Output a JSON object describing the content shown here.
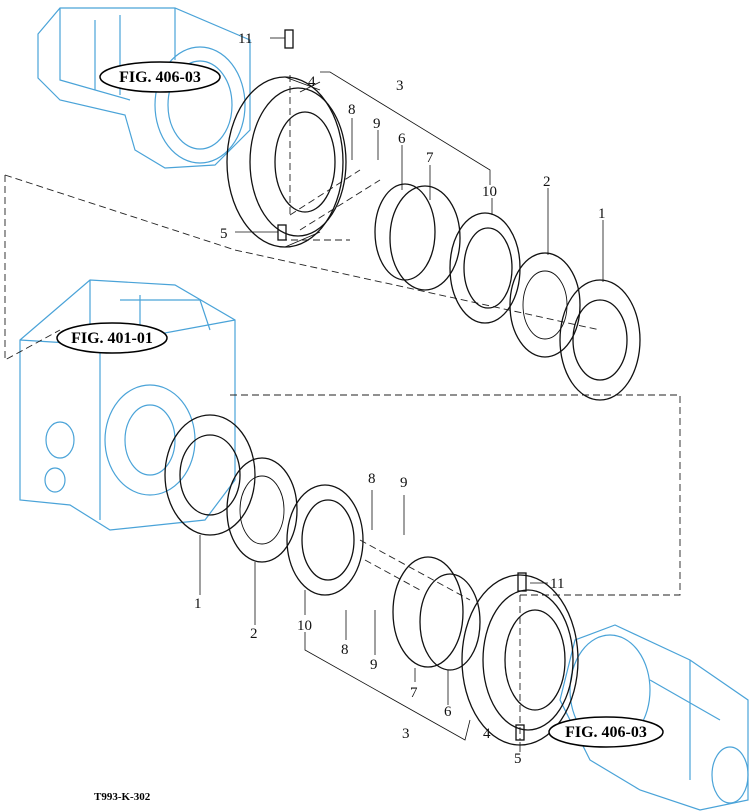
{
  "figure_refs": {
    "top_right_housing": "FIG. 406-03",
    "center_case": "FIG. 401-01",
    "bottom_right_housing": "FIG. 406-03"
  },
  "drawing_code": "T993-K-302",
  "callouts": {
    "upper": {
      "n11": "11",
      "n4": "4",
      "n3": "3",
      "n8": "8",
      "n9": "9",
      "n6": "6",
      "n7": "7",
      "n10": "10",
      "n2": "2",
      "n1": "1",
      "n5": "5"
    },
    "lower": {
      "n1": "1",
      "n2": "2",
      "n10": "10",
      "n8": "8",
      "n9": "9",
      "n11": "11",
      "n7": "7",
      "n6": "6",
      "n3": "3",
      "n4": "4",
      "n5": "5"
    }
  },
  "colors": {
    "housing_outline": "#4aa3d8",
    "parts_outline": "#111111"
  }
}
